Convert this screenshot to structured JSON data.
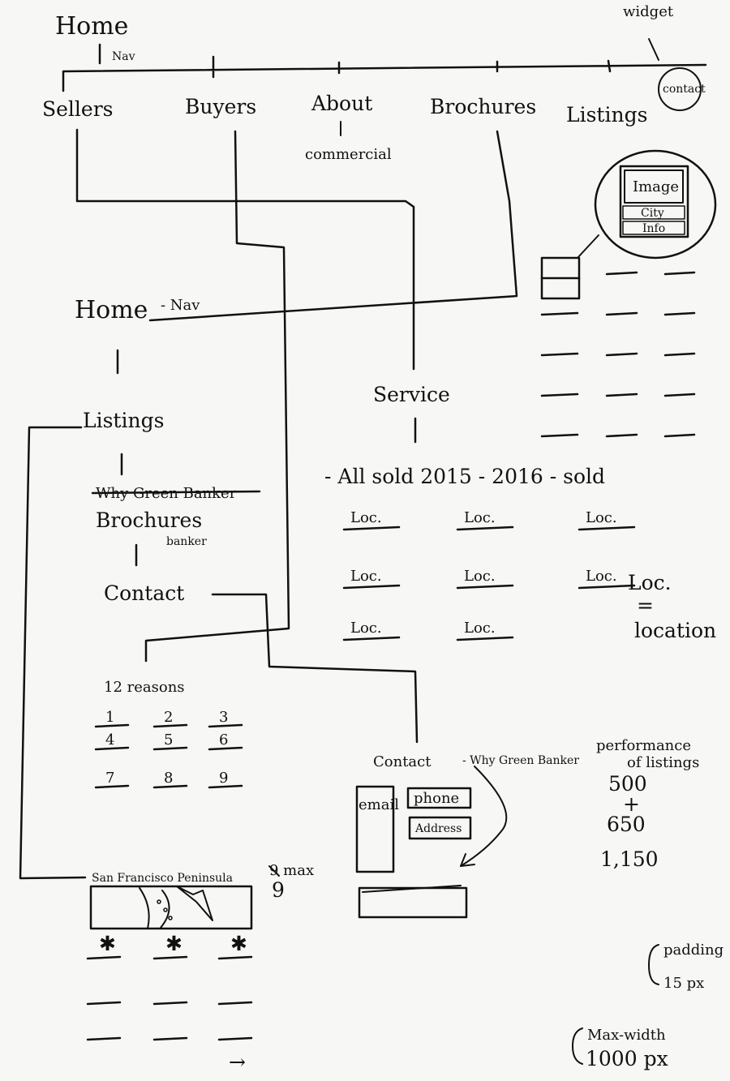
{
  "colors": {
    "paper": "#f7f7f5",
    "ink": "#111111"
  },
  "top": {
    "home": "Home",
    "nav": "Nav",
    "widget": "widget",
    "contact_circle": "contact",
    "nav_items": [
      "Sellers",
      "Buyers",
      "About",
      "Brochures",
      "Listings"
    ],
    "commercial": "commercial"
  },
  "widget_card": {
    "image": "Image",
    "city": "City",
    "info": "Info"
  },
  "listings_grid": {
    "rows": 5
  },
  "home_page": {
    "home": "Home",
    "nav": "- Nav",
    "listings": "Listings",
    "why_struck": "Why Green Banker",
    "brochures": "Brochures",
    "brochures_sub": "banker",
    "contact": "Contact"
  },
  "service": {
    "title": "Service",
    "sold": "- All sold 2015 - 2016 - sold",
    "loc_label": "Loc.",
    "loc_note": [
      "Loc.",
      "=",
      "location"
    ]
  },
  "reasons": {
    "title": "12 reasons",
    "numbers": [
      "1",
      "2",
      "3",
      "4",
      "5",
      "6",
      "7",
      "8",
      "9"
    ]
  },
  "contact_section": {
    "title": "Contact",
    "why": "- Why Green Banker",
    "email": "email",
    "phone": "phone",
    "address": "Address"
  },
  "performance": {
    "title": [
      "performance",
      "of listings"
    ],
    "values": [
      "500",
      "+",
      "650",
      "1,150"
    ]
  },
  "map": {
    "title": "San Francisco Peninsula",
    "max_note": "9 max",
    "max_value": "9",
    "marker": "✱",
    "arrow": "→"
  },
  "notes": {
    "padding": "padding",
    "padding_value": "15 px",
    "max_width": "Max-width",
    "max_width_value": "1000 px"
  }
}
